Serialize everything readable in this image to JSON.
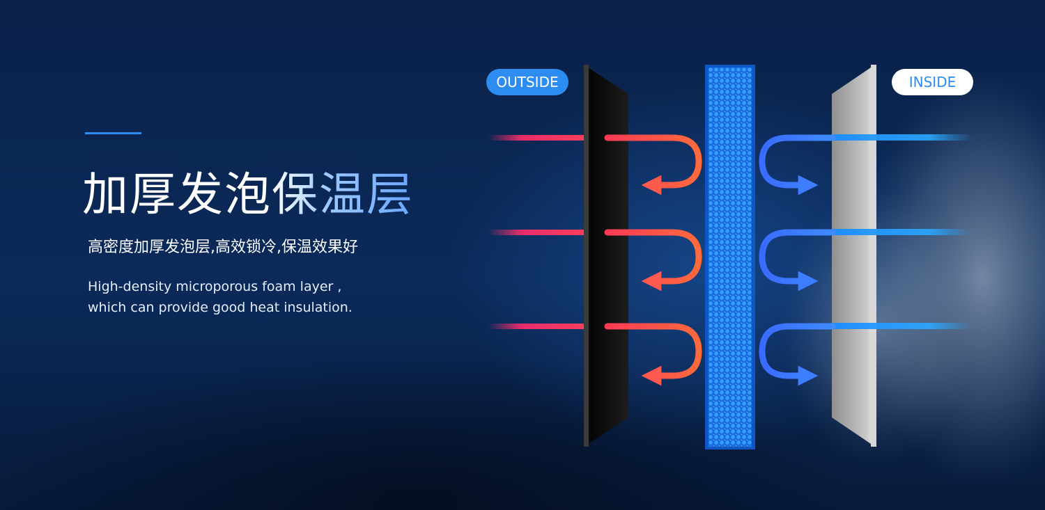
{
  "title": {
    "part1": "加厚发泡",
    "part2": "保温层"
  },
  "subtitle_cn": "高密度加厚发泡层,高效锁冷,保温效果好",
  "description": {
    "line1": "High-density microporous foam layer ,",
    "line2": "which can provide good heat insulation."
  },
  "labels": {
    "outside": "OUTSIDE",
    "inside": "INSIDE"
  },
  "colors": {
    "background": "#0a2149",
    "accent": "#2f8df2",
    "heat_arrow": "#ff5a4e",
    "cold_arrow": "#3a7bff",
    "foam": "#1f8cff",
    "outer_panel": "#111111",
    "inner_panel": "#b9b9b9"
  },
  "icons": [
    "heat-arrow-icon",
    "cold-arrow-icon"
  ]
}
